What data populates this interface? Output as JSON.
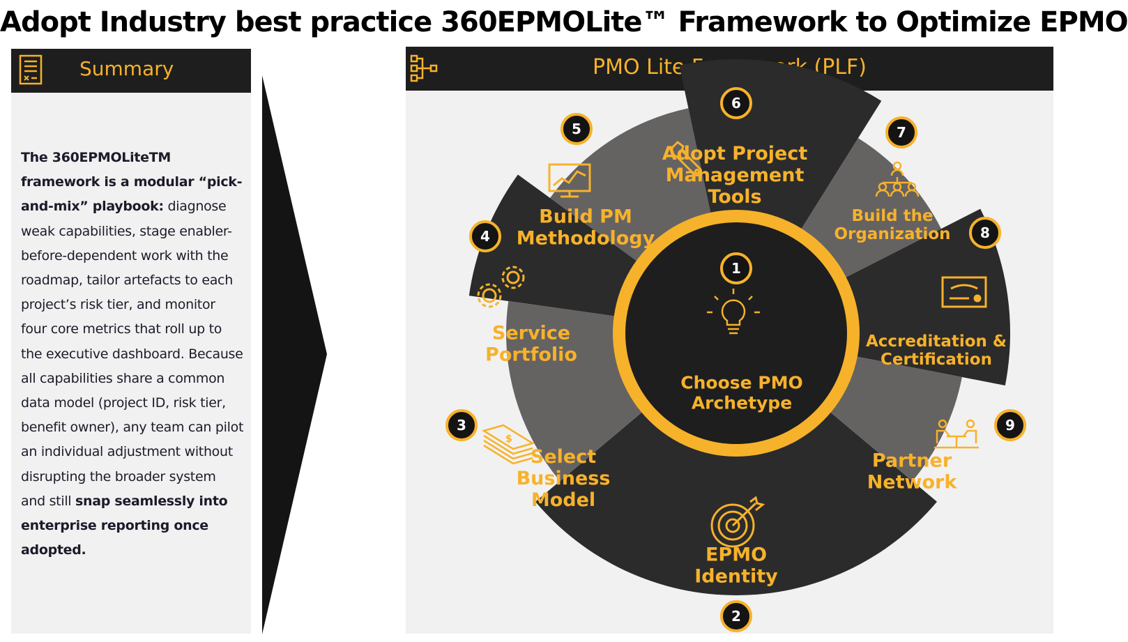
{
  "title": "Adopt Industry best practice 360EPMOLite™ Framework to Optimize EPMO",
  "summary": {
    "header": "Summary",
    "icon": "document-list-icon",
    "bold_intro": "The 360EPMOLiteTM framework is a modular “pick-and-mix” playbook:",
    "body": " diagnose weak capabilities, stage enabler-before-dependent work with the roadmap, tailor artefacts to each project’s risk tier, and monitor four core metrics that roll up to the executive dashboard. Because all capabilities share a common data model (project ID, risk tier, benefit owner), any team can pilot an individual adjustment without disrupting the broader system and still ",
    "bold_outro": "snap seamlessly into enterprise reporting once adopted."
  },
  "framework": {
    "header": "PMO Lite Framework (PLF)",
    "icon": "hierarchy-icon",
    "colors": {
      "accent": "#F7B22B",
      "dark": "#1e1e1e",
      "segment_dark": "#2b2b2b",
      "segment_light": "#656262",
      "panel": "#f1f1f1"
    },
    "center": {
      "number": "1",
      "line1": "Choose PMO",
      "line2": "Archetype",
      "icon": "lightbulb-icon"
    },
    "segments": [
      {
        "number": "2",
        "line1": "EPMO",
        "line2": "Identity",
        "line3": "",
        "icon": "target-icon"
      },
      {
        "number": "3",
        "line1": "Select",
        "line2": "Business",
        "line3": "Model",
        "icon": "money-stack-icon"
      },
      {
        "number": "4",
        "line1": "Service",
        "line2": "Portfolio",
        "line3": "",
        "icon": "gears-icon"
      },
      {
        "number": "5",
        "line1": "Build PM",
        "line2": "Methodology",
        "line3": "",
        "icon": "monitor-chart-icon"
      },
      {
        "number": "6",
        "line1": "Adopt Project",
        "line2": "Management",
        "line3": "Tools",
        "icon": "wrench-icon"
      },
      {
        "number": "7",
        "line1": "Build the",
        "line2": "Organization",
        "line3": "",
        "icon": "org-chart-icon"
      },
      {
        "number": "8",
        "line1": "Accreditation &",
        "line2": "Certification",
        "line3": "",
        "icon": "certificate-icon"
      },
      {
        "number": "9",
        "line1": "Partner",
        "line2": "Network",
        "line3": "",
        "icon": "meeting-icon"
      }
    ]
  }
}
